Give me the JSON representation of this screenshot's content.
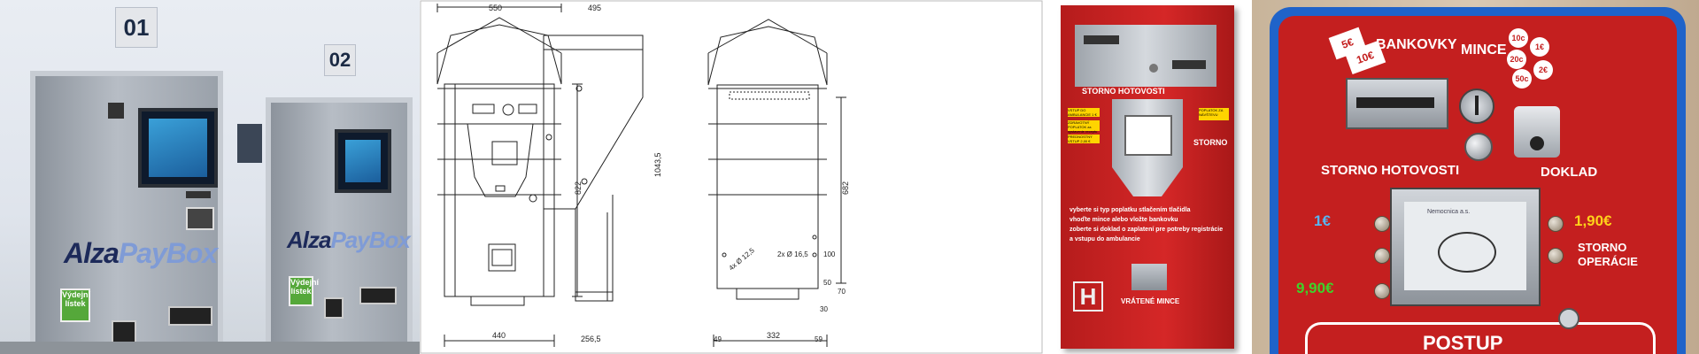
{
  "panel1": {
    "kiosk_numbers": [
      "01",
      "02"
    ],
    "brand_first": "Alza",
    "brand_second": "PayBox",
    "tag_text": "Výdejní lístek"
  },
  "panel2": {
    "front_dims": {
      "top_width": "550",
      "height": "822",
      "bottom_width": "440"
    },
    "side_dims": {
      "top_width": "495",
      "height": "1043,5",
      "bottom_width": "256,5"
    },
    "back_dims": {
      "height": "682",
      "hole1": "4x Ø 12,5",
      "hole2": "2x Ø 16,5",
      "d1": "100",
      "d2": "50",
      "d3": "70",
      "d4": "30",
      "b1": "49",
      "b2": "332",
      "b3": "59"
    }
  },
  "panel3": {
    "top_label": "STORNO HOTOVOSTI",
    "storno": "STORNO",
    "notes": [
      "VSTUP DO AMBULANCIE 1 €",
      "ZDRAVOTNÝ POPLATOK za vystavenie receptu 0,50 €",
      "PREDNOSTNÝ VSTUP 2,00 €"
    ],
    "right_note": "POPLATOK ZA NÁVŠTEVU",
    "steps": [
      "vyberte si typ poplatku stlačením tlačidla",
      "vhoďte mince alebo vložte bankovku",
      "zoberte si doklad o zaplatení pre potreby registrácie a vstupu do ambulancie"
    ],
    "return_label": "VRÁTENÉ MINCE"
  },
  "panel4": {
    "bankovky": "BANKOVKY",
    "mince": "MINCE",
    "notes": [
      "5€",
      "10€"
    ],
    "coins": [
      "10c",
      "1€",
      "20c",
      "50c",
      "2€"
    ],
    "storno_hotovosti": "STORNO HOTOVOSTI",
    "doklad": "DOKLAD",
    "price_left1": "1€",
    "price_right1": "1,90€",
    "price_left2": "9,90€",
    "storno_operacie_1": "STORNO",
    "storno_operacie_2": "OPERÁCIE",
    "screen_title": "Nemocnica a.s.",
    "postup": "POSTUP"
  },
  "colors": {
    "red": "#c41f1f",
    "blue_frame": "#1f63c9",
    "green_price": "#3fd12b",
    "blue_price": "#58b4f2",
    "yellow_price": "#ffd21a"
  }
}
